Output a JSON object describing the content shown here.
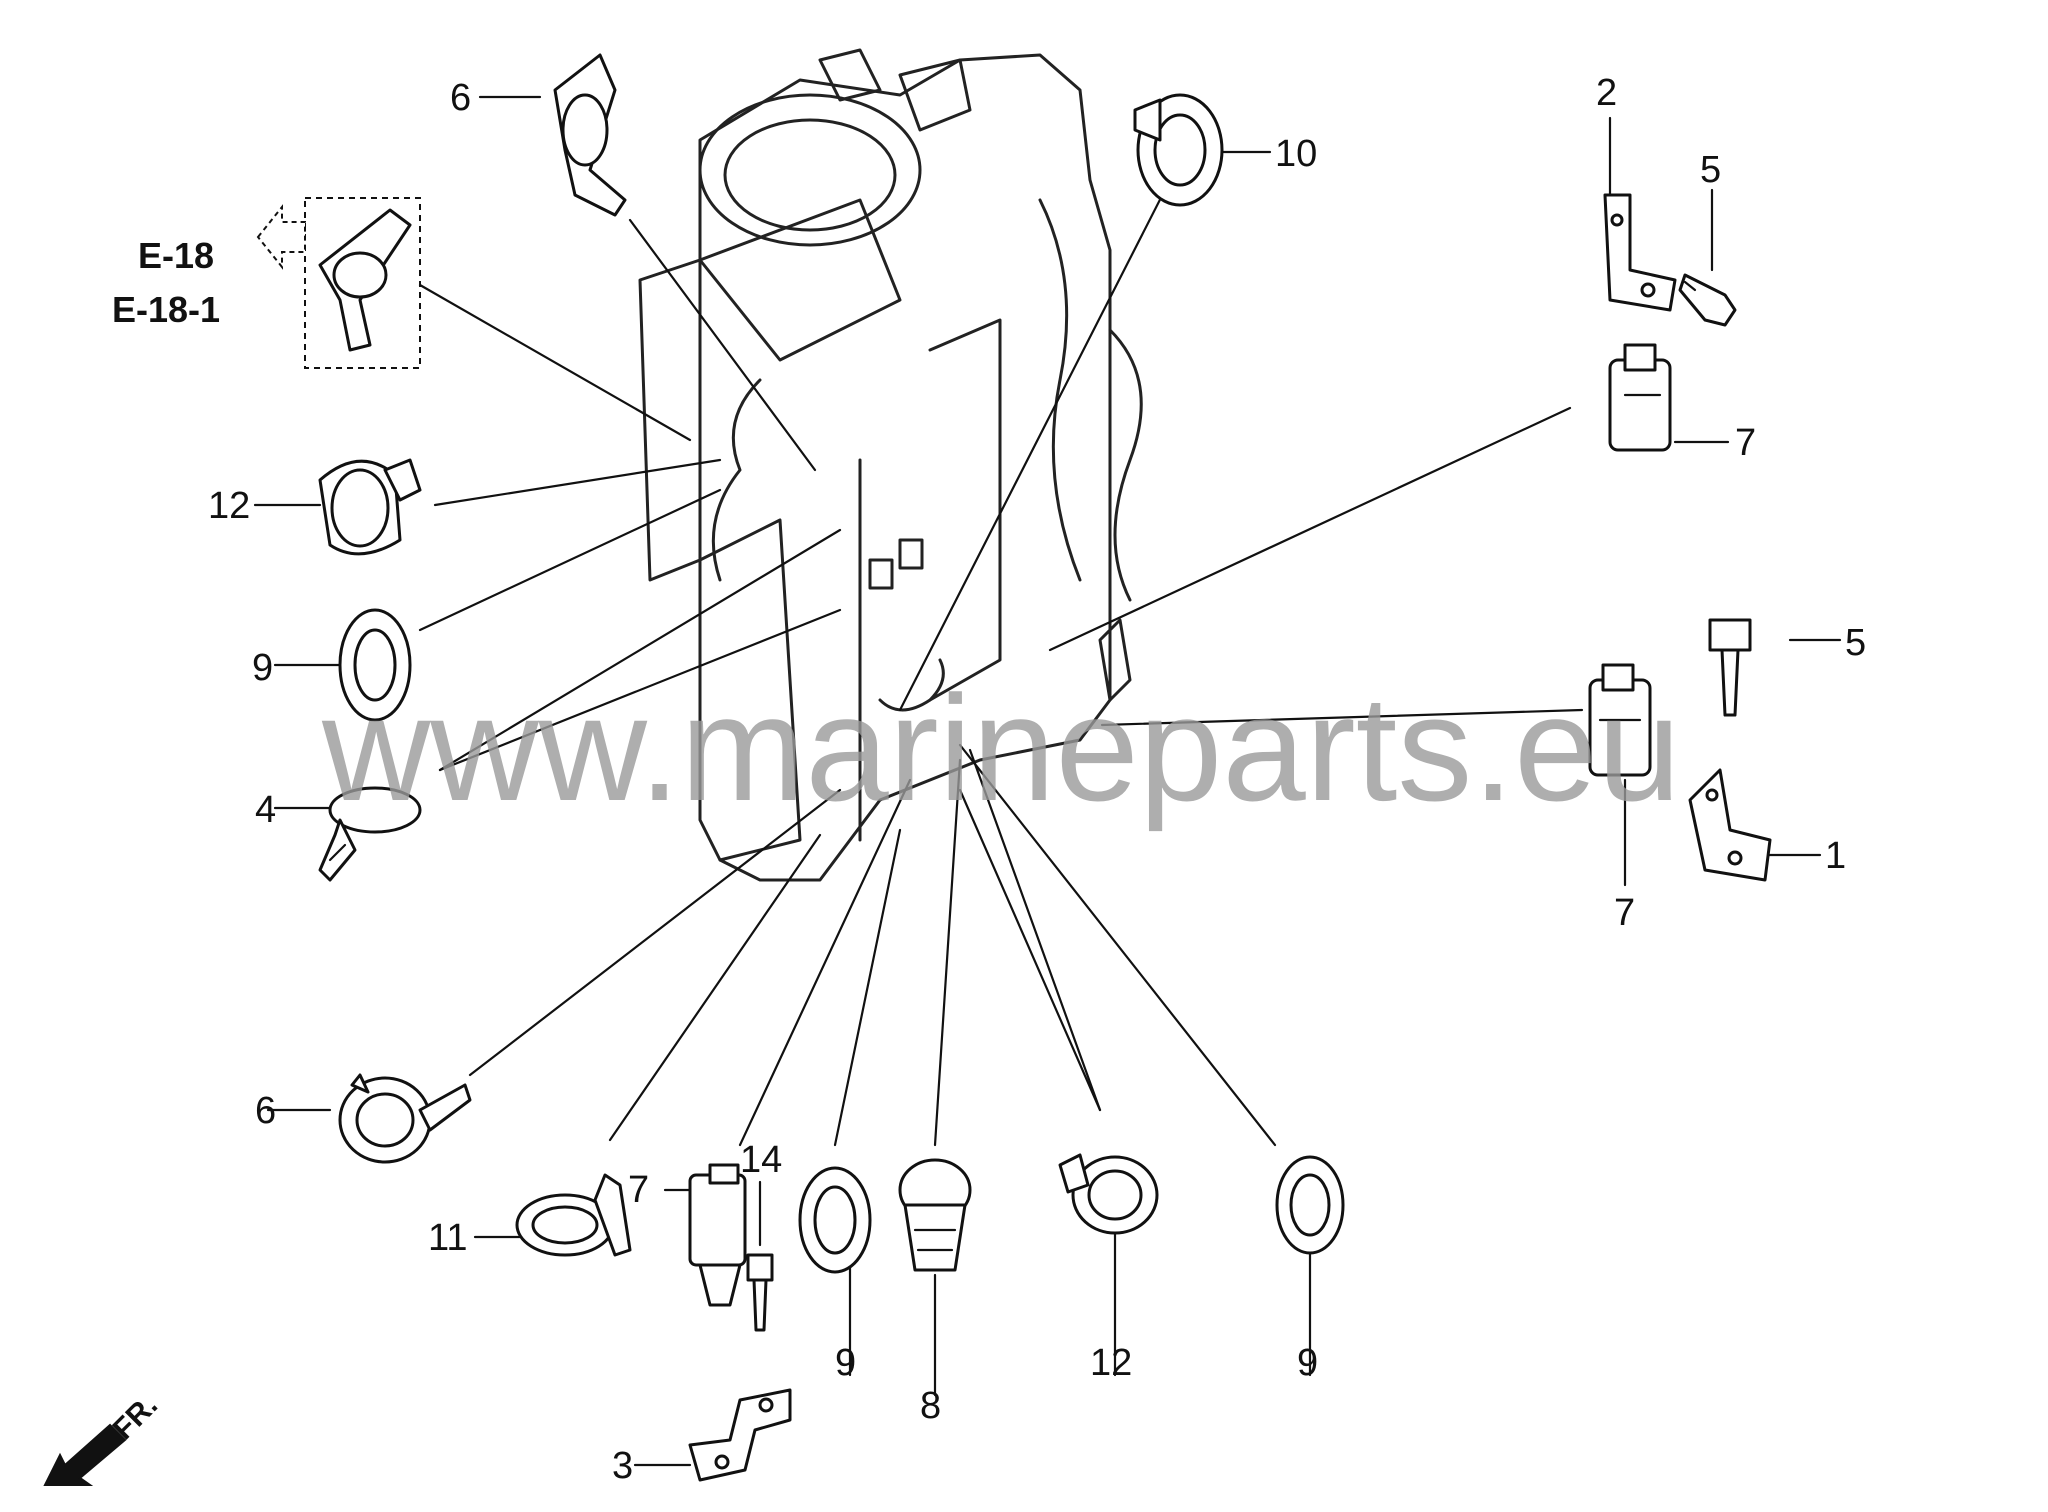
{
  "watermark": "www.marineparts.eu",
  "references": [
    "E-18",
    "E-18-1"
  ],
  "front_marker": "FR.",
  "callouts": [
    {
      "id": "c6a",
      "label": "6"
    },
    {
      "id": "c10",
      "label": "10"
    },
    {
      "id": "c2",
      "label": "2"
    },
    {
      "id": "c5a",
      "label": "5"
    },
    {
      "id": "c7a",
      "label": "7"
    },
    {
      "id": "c12a",
      "label": "12"
    },
    {
      "id": "c9a",
      "label": "9"
    },
    {
      "id": "c4",
      "label": "4"
    },
    {
      "id": "c5b",
      "label": "5"
    },
    {
      "id": "c1",
      "label": "1"
    },
    {
      "id": "c7b",
      "label": "7"
    },
    {
      "id": "c6b",
      "label": "6"
    },
    {
      "id": "c11",
      "label": "11"
    },
    {
      "id": "c7c",
      "label": "7"
    },
    {
      "id": "c14",
      "label": "14"
    },
    {
      "id": "c9b",
      "label": "9"
    },
    {
      "id": "c8",
      "label": "8"
    },
    {
      "id": "c12b",
      "label": "12"
    },
    {
      "id": "c9c",
      "label": "9"
    },
    {
      "id": "c3",
      "label": "3"
    }
  ]
}
